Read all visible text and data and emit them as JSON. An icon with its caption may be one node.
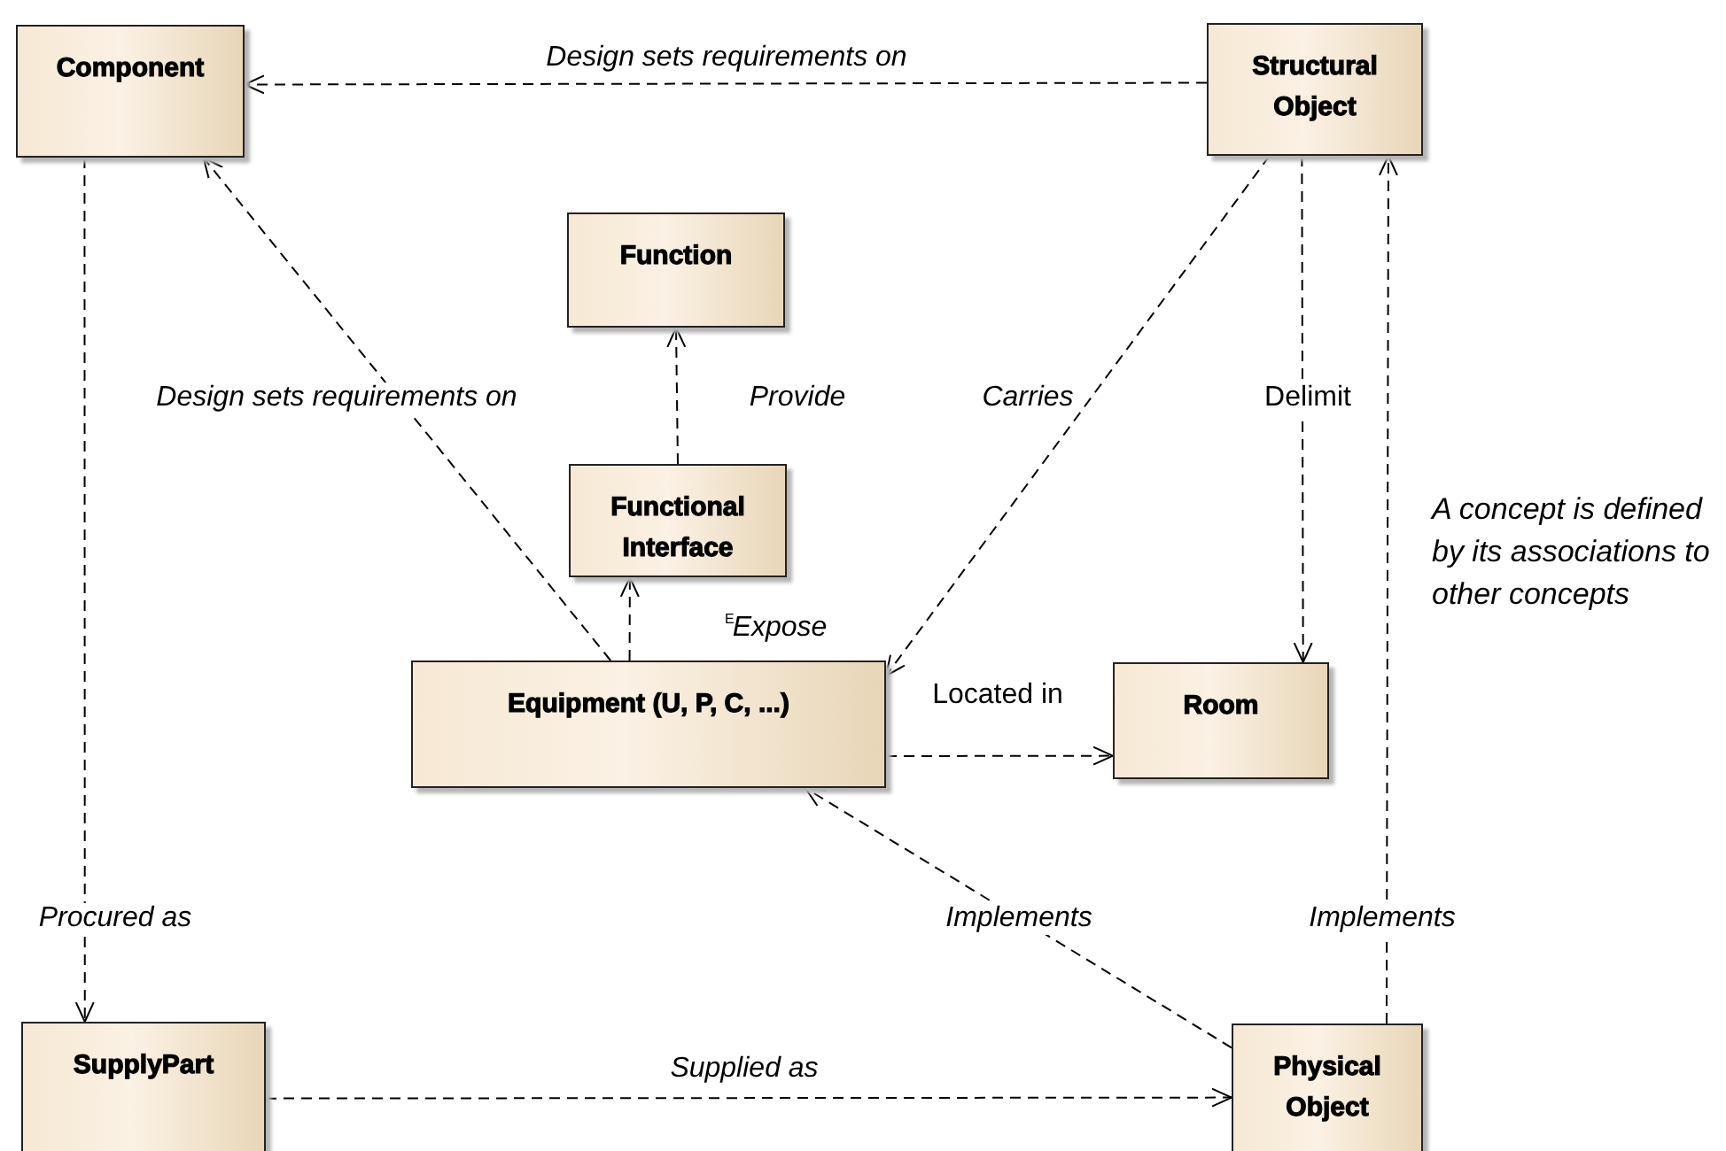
{
  "diagram": {
    "nodes": [
      {
        "text": [
          "Component"
        ]
      },
      {
        "text": [
          "Structural Object"
        ]
      },
      {
        "text": [
          "Function"
        ]
      },
      {
        "text": [
          "Functional Interface"
        ]
      },
      {
        "text": [
          "Equipment (U, P, C, ...)"
        ]
      },
      {
        "text": [
          "Room"
        ]
      },
      {
        "text": [
          "SupplyPart"
        ]
      },
      {
        "text": [
          "Physical Object"
        ]
      }
    ],
    "edges": [
      {
        "from": 1,
        "to": 0,
        "arrow": "to",
        "label": "Design sets requirements on",
        "style": "dashed"
      },
      {
        "from": 4,
        "to": 0,
        "arrow": "to",
        "label": "Design sets requirements on",
        "style": "dashed"
      },
      {
        "from": 3,
        "to": 2,
        "arrow": "to",
        "label": "Provide",
        "style": "dashed"
      },
      {
        "from": 4,
        "to": 3,
        "arrow": "to",
        "label": "Expose",
        "style": "dashed"
      },
      {
        "from": 1,
        "to": 4,
        "arrow": "to",
        "label": "Carries",
        "style": "dashed"
      },
      {
        "from": 1,
        "to": 5,
        "arrow": "to",
        "label": "Delimit",
        "style": "dashed"
      },
      {
        "from": 4,
        "to": 5,
        "arrow": "to",
        "label": "Located in",
        "style": "dashed"
      },
      {
        "from": 0,
        "to": 6,
        "arrow": "to",
        "label": "Procured as",
        "style": "dashed"
      },
      {
        "from": 6,
        "to": 7,
        "arrow": "to",
        "label": "Supplied as",
        "style": "dashed"
      },
      {
        "from": 7,
        "to": 4,
        "arrow": "to",
        "label": "Implements",
        "style": "dashed"
      },
      {
        "from": 7,
        "to": 1,
        "arrow": "to",
        "label": "Implements",
        "style": "dashed"
      }
    ],
    "labels": [
      "E",
      "A concept is defined by its associations to other concepts"
    ]
  }
}
